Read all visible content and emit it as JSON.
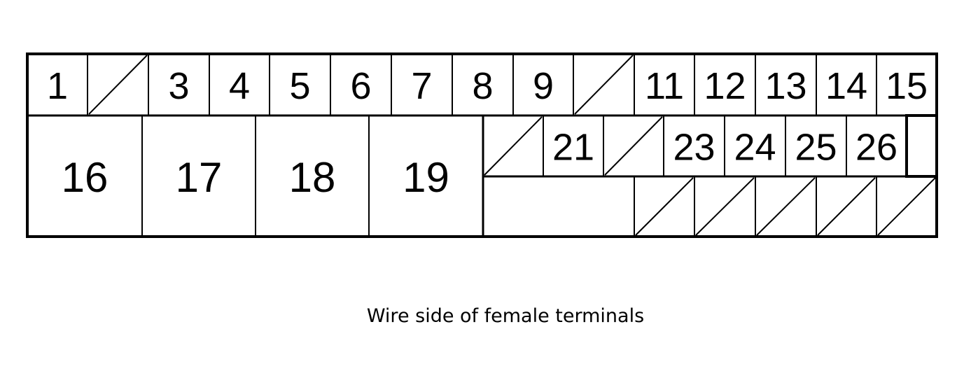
{
  "diagram": {
    "caption": "Wire side of female terminals",
    "line_color": "#000000",
    "background": "#ffffff",
    "rows": [
      {
        "name": "top-row",
        "cells": [
          {
            "label": "1"
          },
          {
            "label": "",
            "unused": true
          },
          {
            "label": "3"
          },
          {
            "label": "4"
          },
          {
            "label": "5"
          },
          {
            "label": "6"
          },
          {
            "label": "7"
          },
          {
            "label": "8"
          },
          {
            "label": "9"
          },
          {
            "label": "",
            "unused": true
          },
          {
            "label": "11"
          },
          {
            "label": "12"
          },
          {
            "label": "13"
          },
          {
            "label": "14"
          },
          {
            "label": "15"
          }
        ]
      },
      {
        "name": "large-terminals",
        "cells": [
          {
            "label": "16"
          },
          {
            "label": "17"
          },
          {
            "label": "18"
          },
          {
            "label": "19"
          }
        ]
      },
      {
        "name": "middle-row",
        "cells": [
          {
            "label": "",
            "unused": true
          },
          {
            "label": "21"
          },
          {
            "label": "",
            "unused": true
          },
          {
            "label": "23"
          },
          {
            "label": "24"
          },
          {
            "label": "25"
          },
          {
            "label": "26"
          },
          {
            "label": "",
            "blank": true
          }
        ]
      },
      {
        "name": "bottom-row",
        "cells": [
          {
            "label": "",
            "blank": true
          },
          {
            "label": "",
            "unused": true
          },
          {
            "label": "",
            "unused": true
          },
          {
            "label": "",
            "unused": true
          },
          {
            "label": "",
            "unused": true
          },
          {
            "label": "",
            "unused": true
          }
        ]
      }
    ]
  }
}
